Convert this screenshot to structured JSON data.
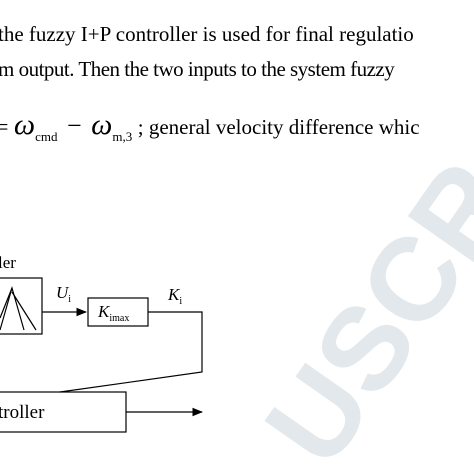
{
  "text": {
    "line1": "the fuzzy I+P controller is used for final regulatio",
    "line2": "m output. Then the two inputs to the system fuzzy",
    "eq_equals": "=",
    "eq_omega": "ω",
    "eq_sub_cmd": "cmd",
    "eq_minus": "−",
    "eq_sub_m3": "m,3",
    "eq_tail": " ; general velocity difference whic"
  },
  "diagram": {
    "block1_label": "ler",
    "signal_u": "U",
    "signal_u_sub": "i",
    "gain_k": "K",
    "gain_sub": "imax",
    "signal_k": "K",
    "signal_k_sub": "i",
    "controller_label": "troller"
  },
  "watermark": {
    "text": "USCR",
    "color": "#e2e8ec"
  }
}
